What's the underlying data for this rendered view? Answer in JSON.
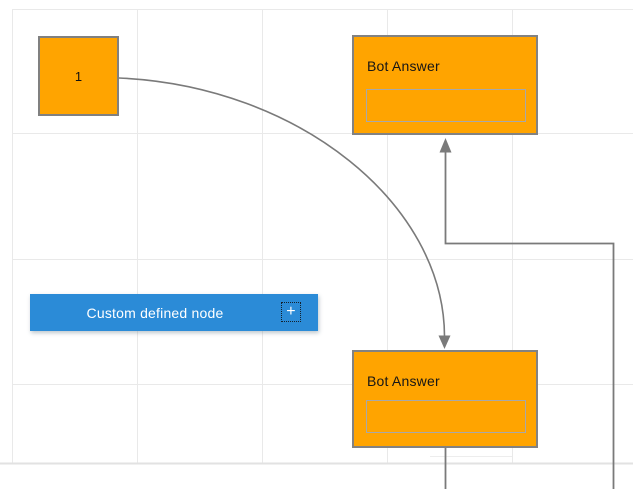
{
  "diagram": {
    "start_node": {
      "label": "1"
    },
    "bot_answer_top": {
      "title": "Bot Answer",
      "input_value": ""
    },
    "bot_answer_bottom": {
      "title": "Bot Answer",
      "input_value": ""
    },
    "custom_node": {
      "label": "Custom defined node"
    }
  },
  "icons": {
    "add_icon": "+"
  },
  "colors": {
    "node_fill_orange": "#ffa400",
    "node_border_gray": "#808080",
    "inner_input_border": "#a8a8a8",
    "custom_node_blue": "#2b8bd7",
    "connector_gray": "#7a7a7a",
    "grid_line": "#e9e9e9",
    "canvas_boundary": "#e2e2e2",
    "text_dark": "#161616",
    "text_light": "#ffffff"
  }
}
